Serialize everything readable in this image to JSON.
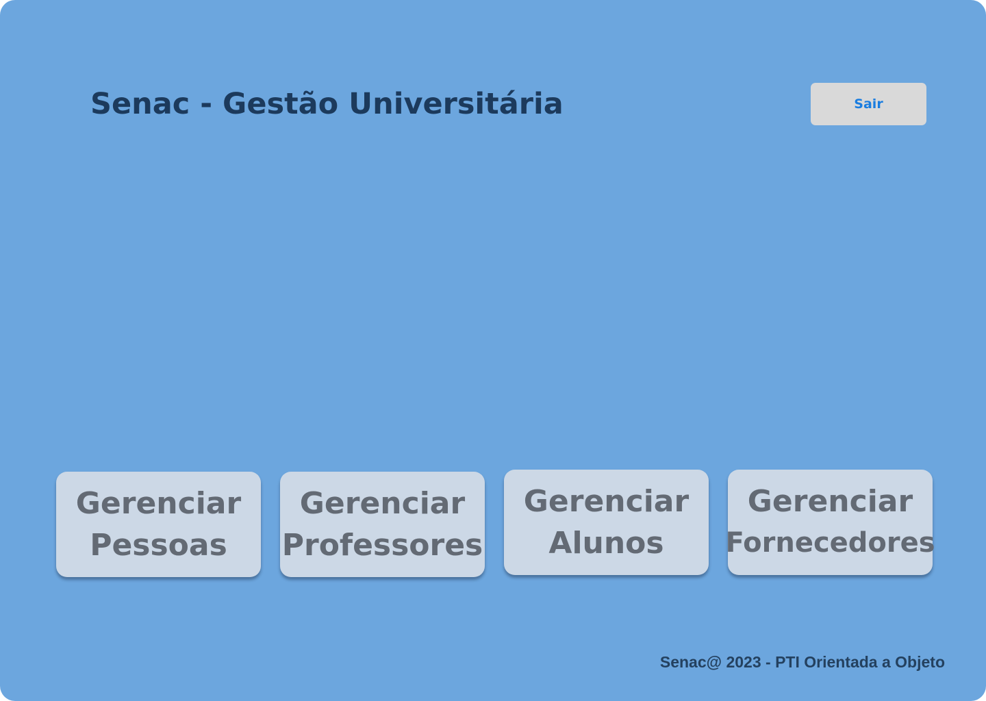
{
  "header": {
    "title": "Senac - Gestão Universitária",
    "logout_label": "Sair"
  },
  "actions": [
    {
      "line1": "Gerenciar",
      "line2": "Pessoas"
    },
    {
      "line1": "Gerenciar",
      "line2": "Professores"
    },
    {
      "line1": "Gerenciar",
      "line2": "Alunos"
    },
    {
      "line1": "Gerenciar",
      "line2": "Fornecedores"
    }
  ],
  "footer": {
    "text": "Senac@ 2023 - PTI Orientada a Objeto"
  },
  "colors": {
    "background": "#6ca6de",
    "title": "#1c3a5c",
    "logout_button_bg": "#d9d9d9",
    "logout_button_text": "#1a7de0",
    "action_button_bg": "#ccd8e6",
    "action_button_text": "#636a74",
    "footer_text": "#24415f"
  }
}
